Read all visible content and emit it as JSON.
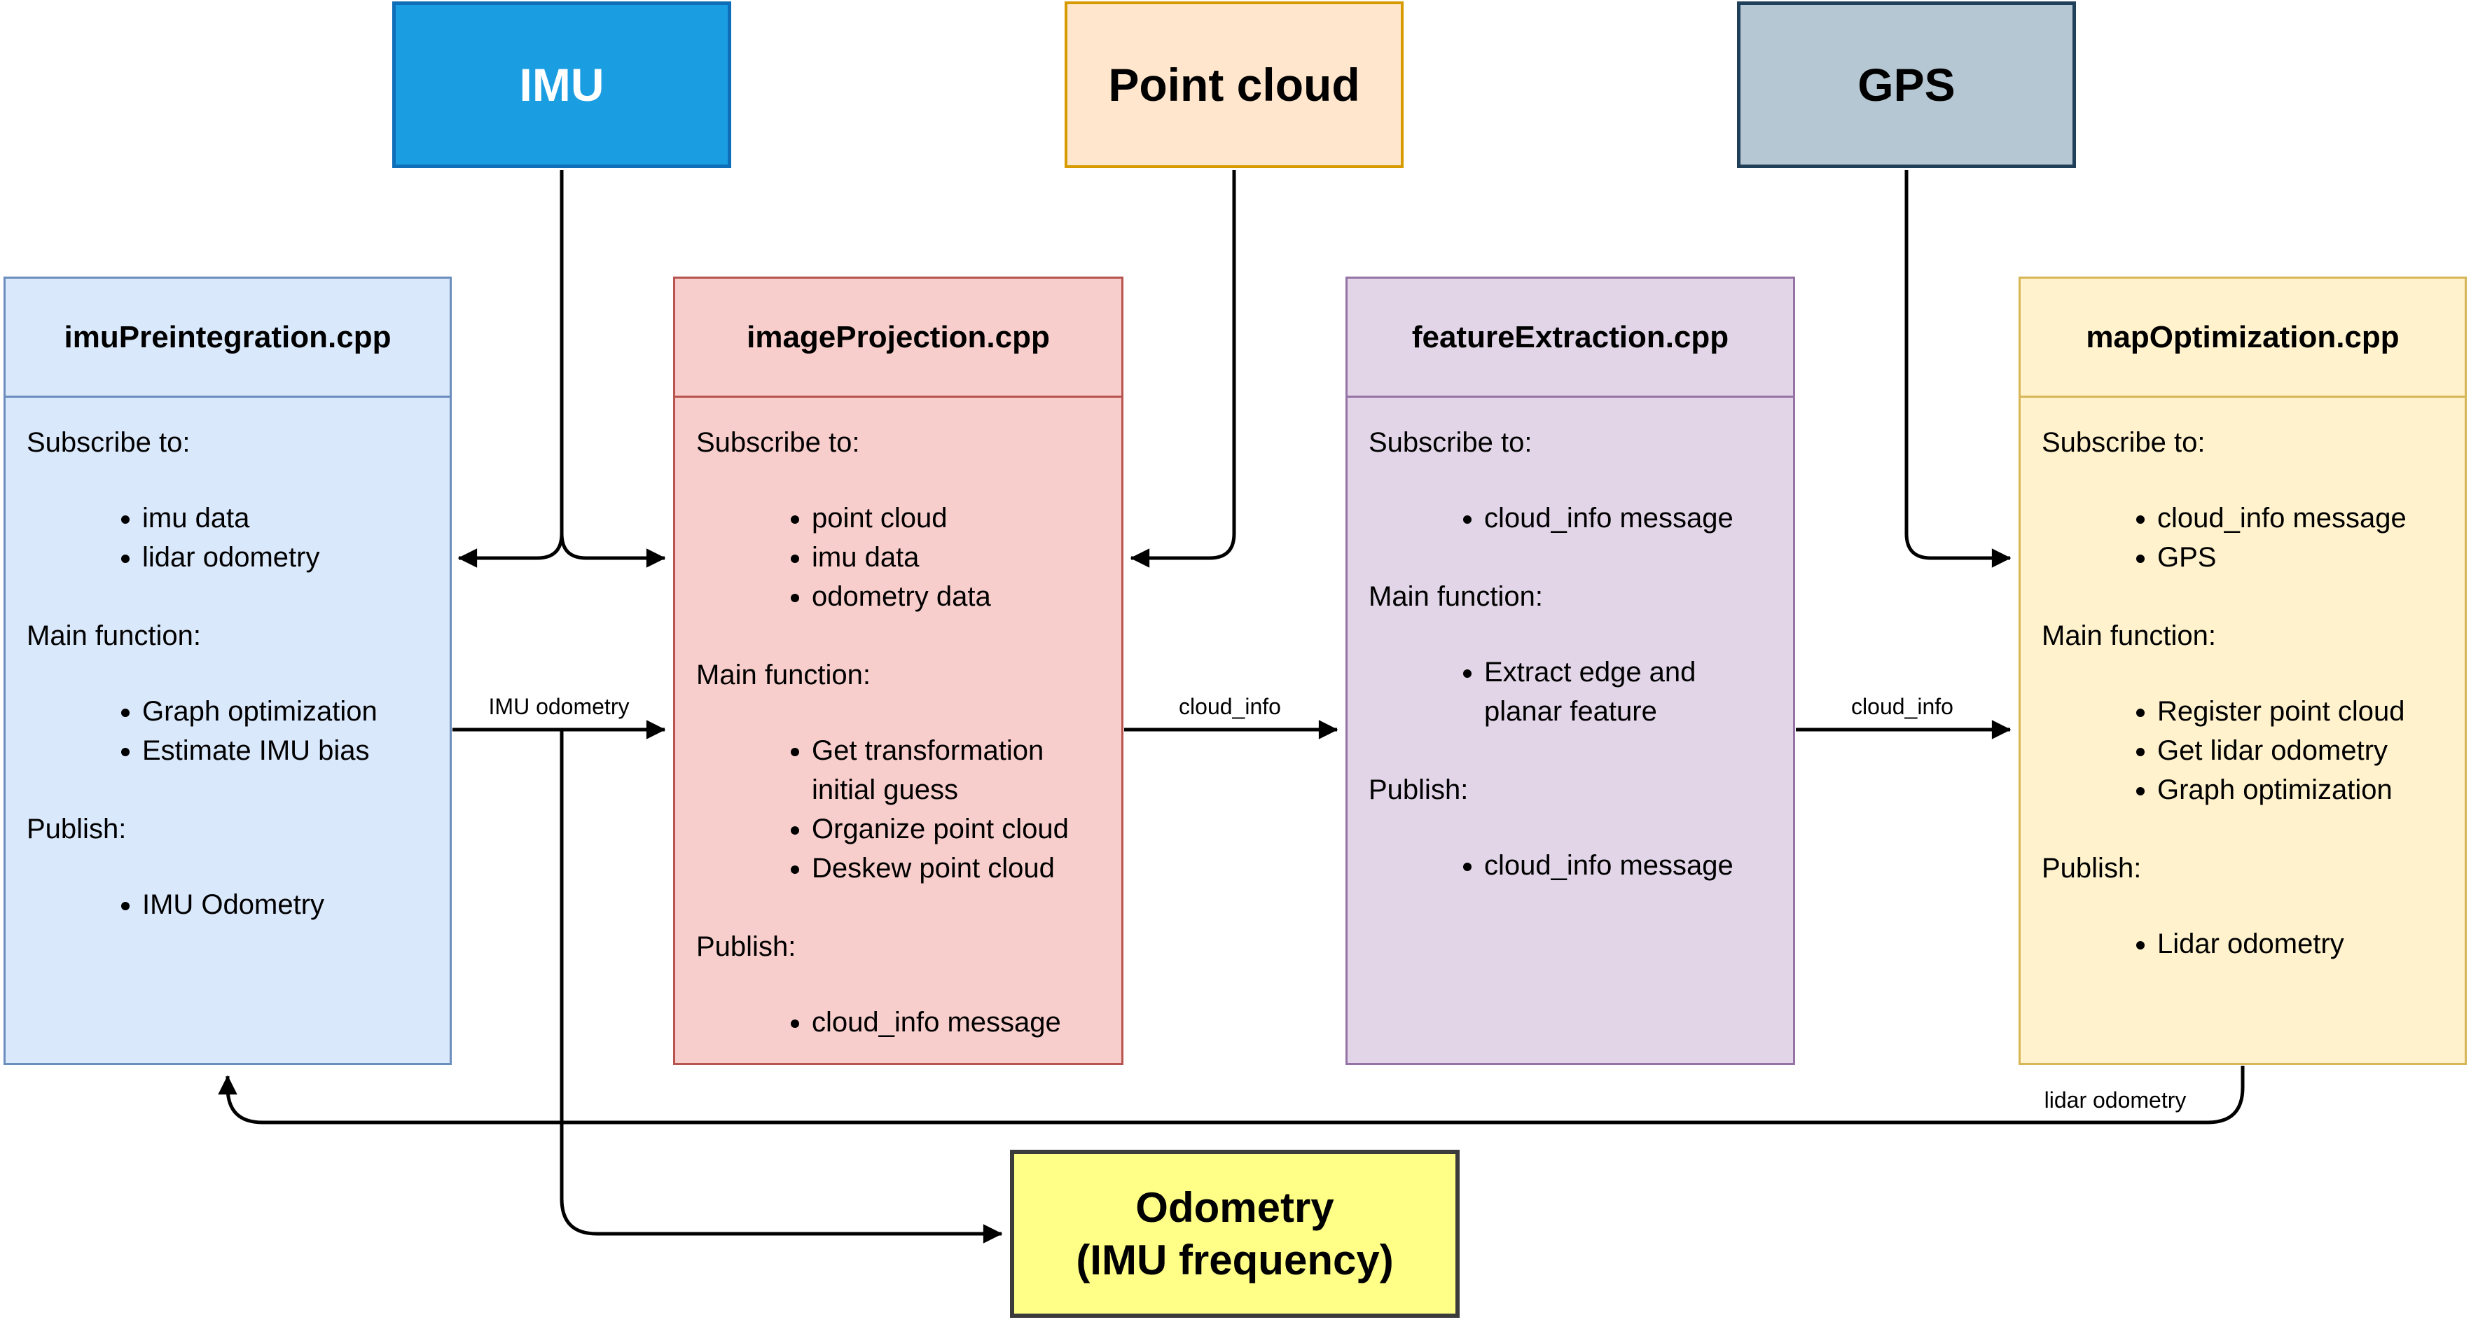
{
  "sources": [
    {
      "label": "IMU"
    },
    {
      "label": "Point cloud"
    },
    {
      "label": "GPS"
    }
  ],
  "modules": [
    {
      "title": "imuPreintegration.cpp",
      "sections": [
        {
          "heading": "Subscribe to:",
          "items": [
            "imu data",
            "lidar odometry"
          ]
        },
        {
          "heading": "Main function:",
          "items": [
            "Graph optimization",
            "Estimate IMU bias"
          ]
        },
        {
          "heading": "Publish:",
          "items": [
            "IMU Odometry"
          ]
        }
      ]
    },
    {
      "title": "imageProjection.cpp",
      "sections": [
        {
          "heading": "Subscribe to:",
          "items": [
            "point cloud",
            "imu data",
            "odometry data"
          ]
        },
        {
          "heading": "Main function:",
          "items": [
            "Get transformation initial guess",
            "Organize point cloud",
            "Deskew point cloud"
          ]
        },
        {
          "heading": "Publish:",
          "items": [
            "cloud_info message"
          ]
        }
      ]
    },
    {
      "title": "featureExtraction.cpp",
      "sections": [
        {
          "heading": "Subscribe to:",
          "items": [
            "cloud_info message"
          ]
        },
        {
          "heading": "Main function:",
          "items": [
            "Extract edge and planar feature"
          ]
        },
        {
          "heading": "Publish:",
          "items": [
            "cloud_info message"
          ]
        }
      ]
    },
    {
      "title": "mapOptimization.cpp",
      "sections": [
        {
          "heading": "Subscribe to:",
          "items": [
            "cloud_info message",
            "GPS"
          ]
        },
        {
          "heading": "Main function:",
          "items": [
            "Register point cloud",
            "Get lidar odometry",
            "Graph optimization"
          ]
        },
        {
          "heading": "Publish:",
          "items": [
            "Lidar odometry"
          ]
        }
      ]
    }
  ],
  "output": {
    "line1": "Odometry",
    "line2": "(IMU frequency)"
  },
  "edge_labels": {
    "imu_odometry": "IMU odometry",
    "cloud_info_a": "cloud_info",
    "cloud_info_b": "cloud_info",
    "lidar_odometry": "lidar odometry"
  },
  "colors": {
    "imu-fill": "#1b9de2",
    "imu-border": "#0e6eb8",
    "imu-text": "#ffffff",
    "pointcloud-fill": "#ffe6cc",
    "pointcloud-border": "#d79b00",
    "gps-fill": "#b5c7d3",
    "gps-border": "#20405a",
    "module1-fill": "#dae8fc",
    "module1-border": "#6c8ebf",
    "module2-fill": "#f8cecc",
    "module2-border": "#b85450",
    "module3-fill": "#e1d5e7",
    "module3-border": "#9673a6",
    "module4-fill": "#fff2cc",
    "module4-border": "#d6b656",
    "odometry-fill": "#ffff88",
    "odometry-border": "#3b3b3b",
    "edge-color": "#000000",
    "text-color": "#000000"
  }
}
